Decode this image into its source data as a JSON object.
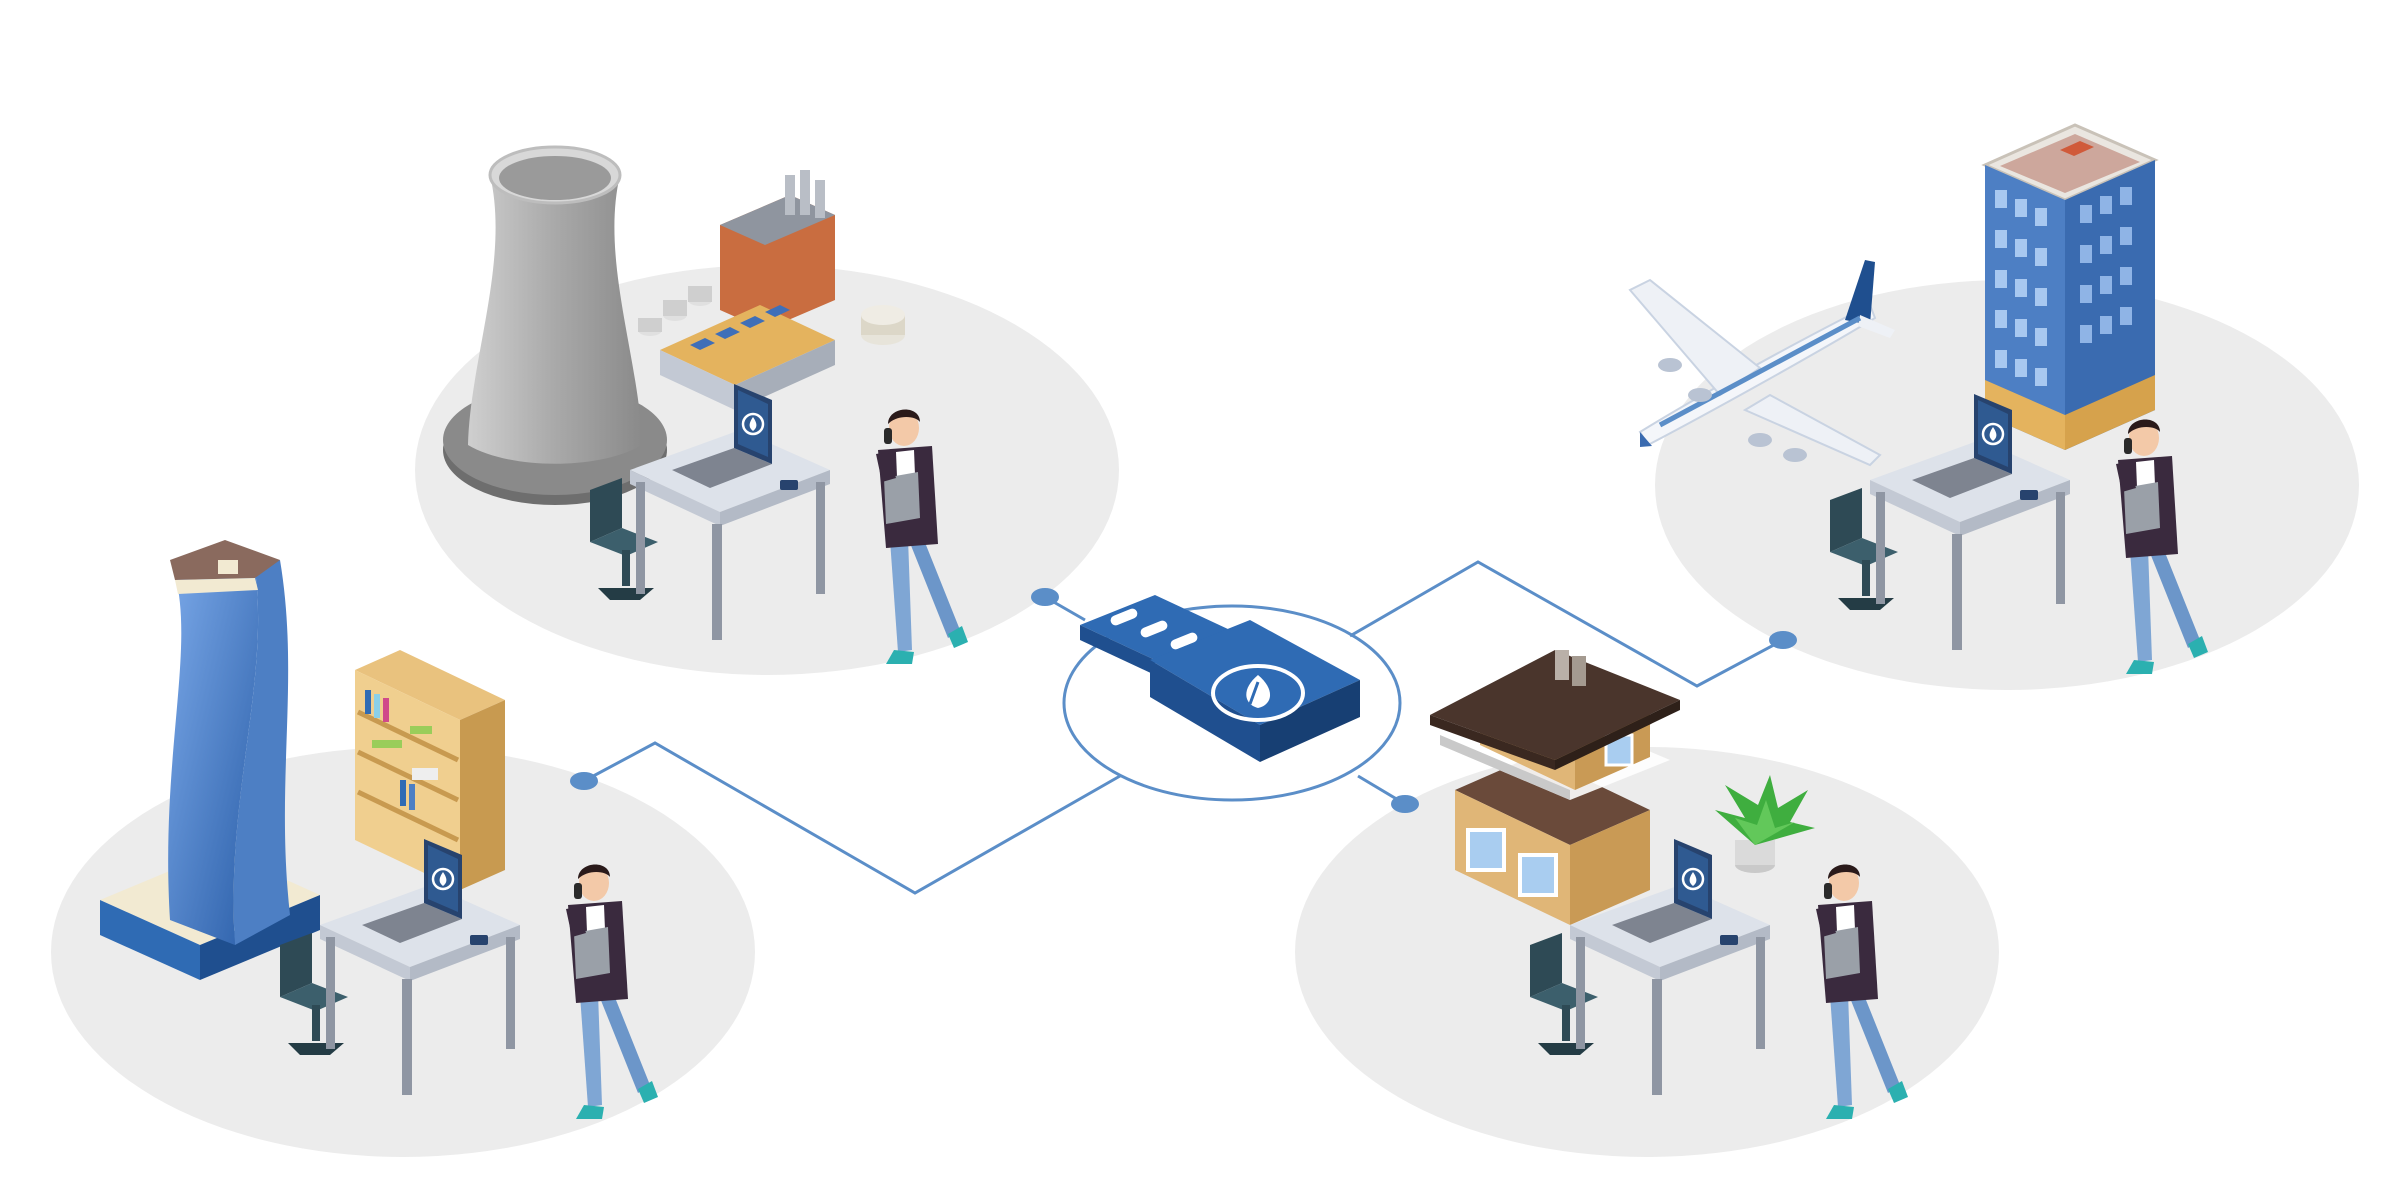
{
  "scene": {
    "description_visible_text": "",
    "hub": {
      "name": "usb-security-key",
      "icon": "drop-shield-icon"
    },
    "locations": [
      {
        "id": "power-plant",
        "icons": [
          "cooling-tower-icon",
          "factory-icon"
        ]
      },
      {
        "id": "hotel-travel",
        "icons": [
          "airplane-icon",
          "office-tower-icon"
        ]
      },
      {
        "id": "corporate-office",
        "icons": [
          "skyscraper-icon",
          "bookshelf-icon"
        ]
      },
      {
        "id": "home",
        "icons": [
          "house-icon",
          "potted-plant-icon"
        ]
      }
    ]
  },
  "colors": {
    "line": "#5b8ec8",
    "platform": "#ececec",
    "usb_dark": "#1f4f8f",
    "usb_light": "#2f6bb4",
    "desk_top": "#dde2ea",
    "desk_leg": "#8f96a3",
    "chair": "#2e4a55",
    "laptop": "#27436e",
    "person_jacket": "#3a2a3e",
    "person_jeans": "#7fa6d4",
    "shoe": "#2bb0b0"
  }
}
